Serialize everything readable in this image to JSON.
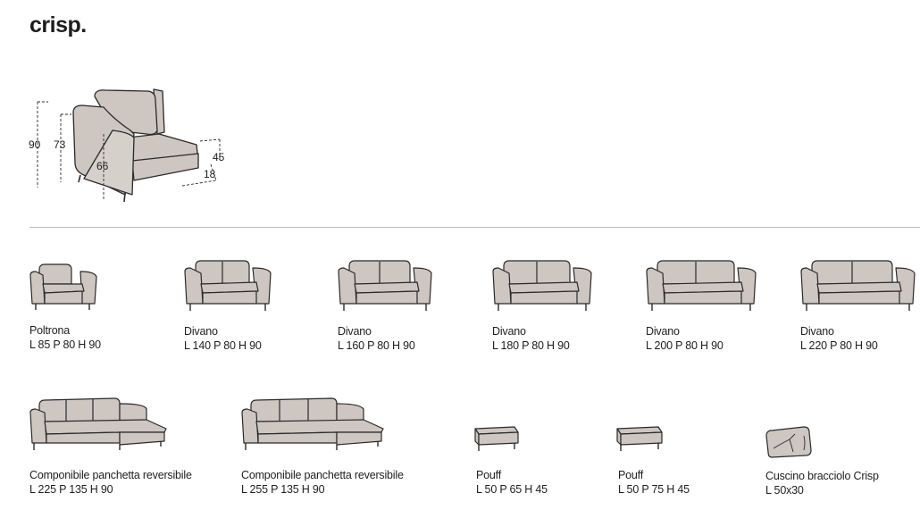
{
  "brand": "crisp.",
  "hero_dims": {
    "h_total": "90",
    "h_arm": "73",
    "h_seat_depth": "66",
    "seat_h": "45",
    "leg_h": "18"
  },
  "products": [
    {
      "name": "Poltrona",
      "dims": "L 85 P 80 H 90"
    },
    {
      "name": "Divano",
      "dims": "L 140 P 80 H 90"
    },
    {
      "name": "Divano",
      "dims": "L 160 P 80 H 90"
    },
    {
      "name": "Divano",
      "dims": "L 180 P 80 H 90"
    },
    {
      "name": "Divano",
      "dims": "L 200 P 80 H 90"
    },
    {
      "name": "Divano",
      "dims": "L 220 P 80 H 90"
    },
    {
      "name": "Componibile panchetta reversibile",
      "dims": "L 225 P 135 H 90"
    },
    {
      "name": "Componibile panchetta reversibile",
      "dims": "L 255 P 135 H 90"
    },
    {
      "name": "Pouff",
      "dims": "L 50 P 65 H 45"
    },
    {
      "name": "Pouff",
      "dims": "L 50 P 75 H 45"
    },
    {
      "name": "Cuscino bracciolo Crisp",
      "dims": "L 50x30"
    }
  ],
  "colors": {
    "fabric": "#cdc6c1",
    "outline": "#2a2a2a",
    "divider": "#b9b9b9"
  }
}
